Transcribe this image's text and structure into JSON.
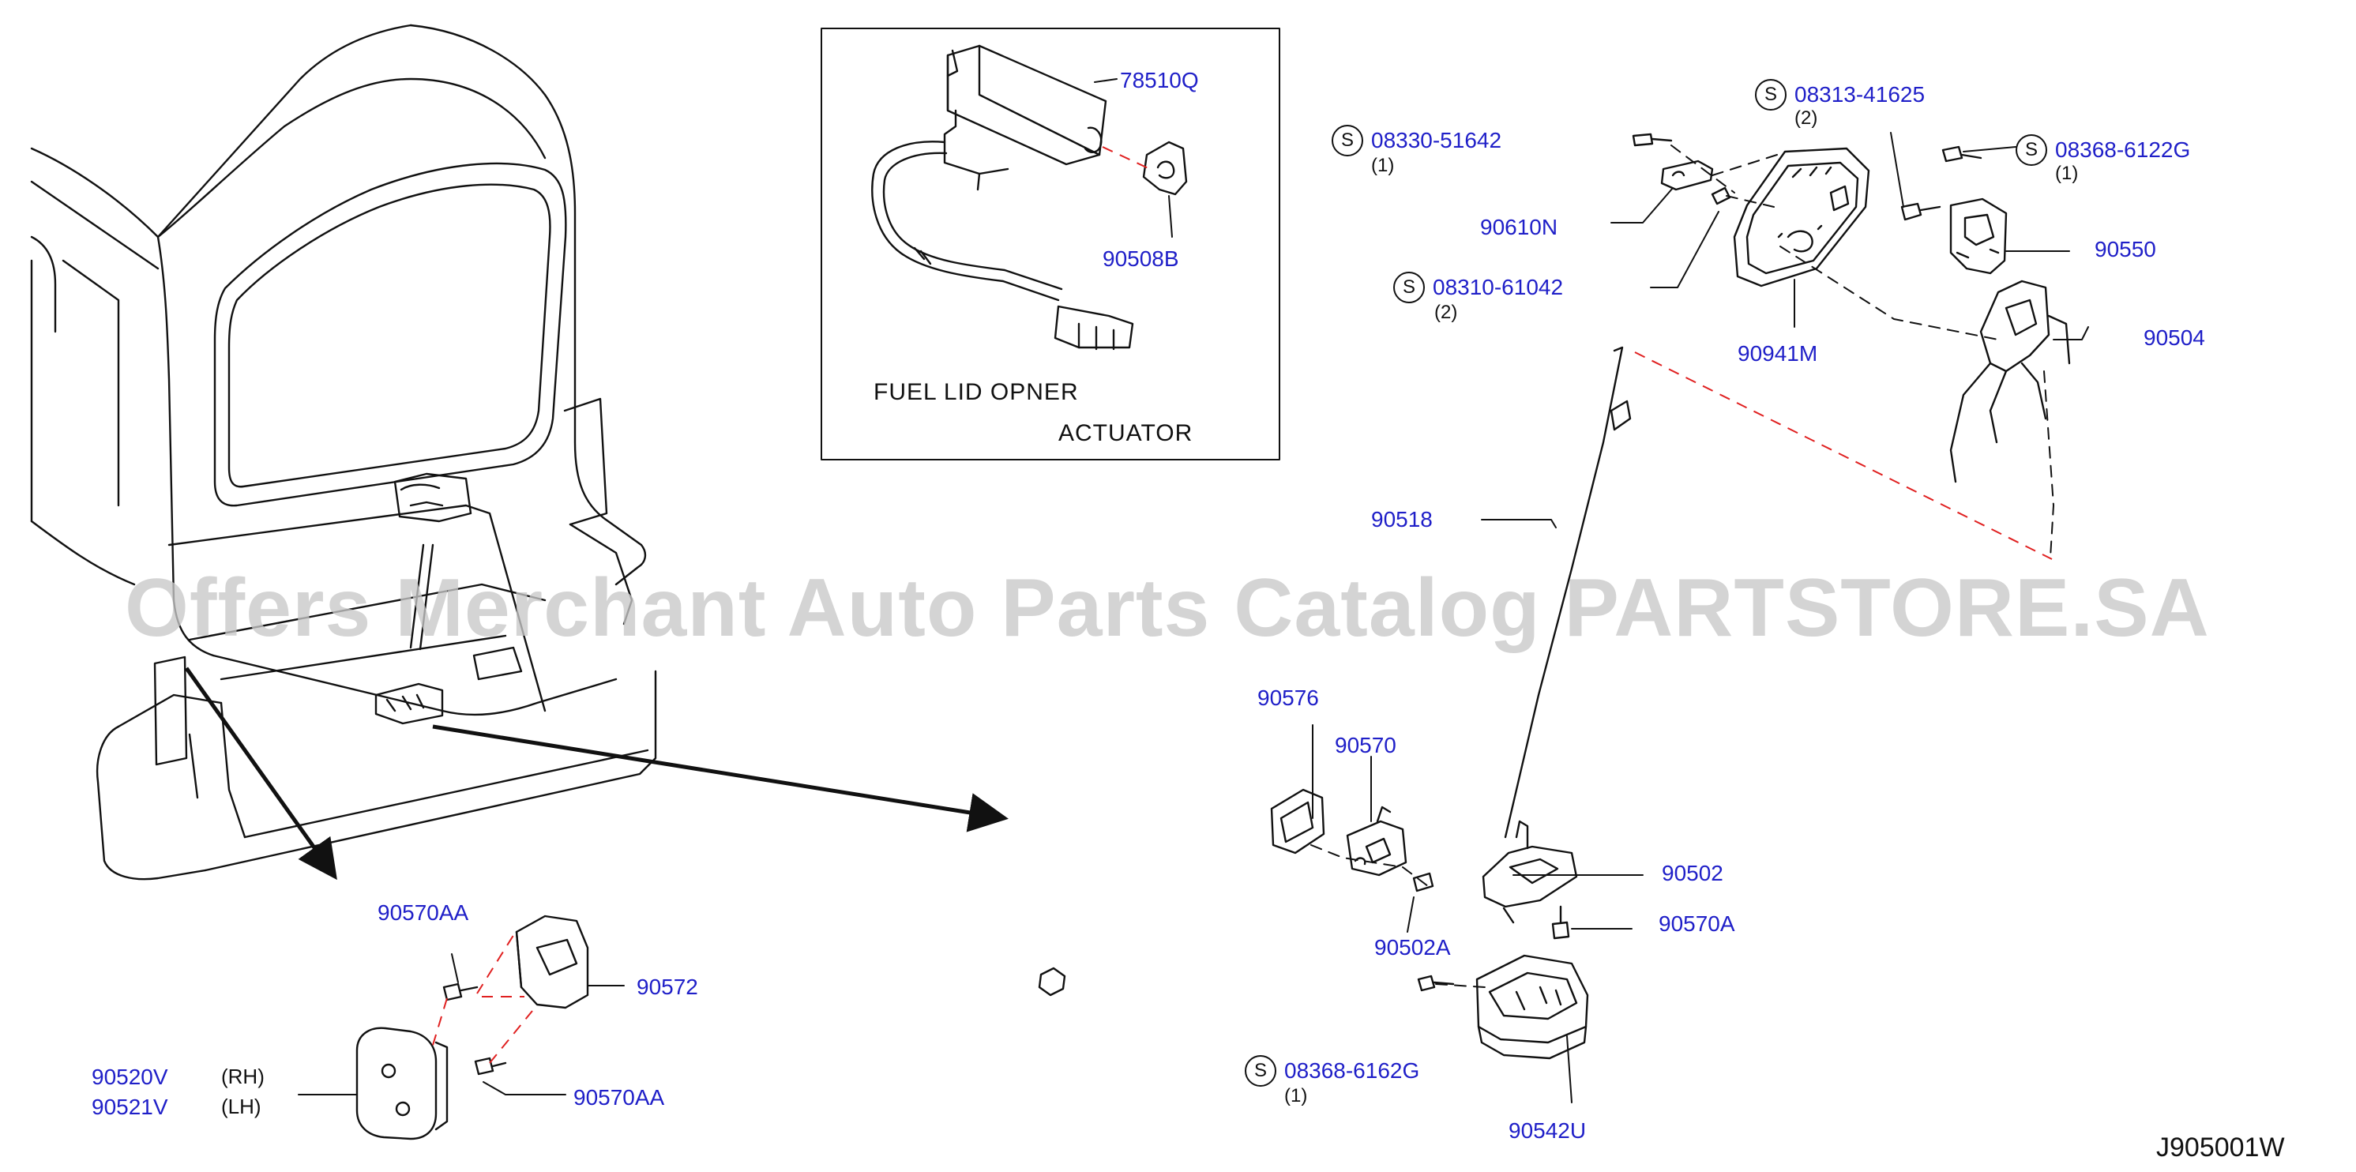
{
  "diagram_id": "J905001W",
  "watermark": "Offers Merchant Auto Parts Catalog PARTSTORE.SA",
  "inset": {
    "title_line1": "FUEL  LID  OPNER",
    "title_line2": "ACTUATOR",
    "parts": [
      "78510Q",
      "90508B"
    ]
  },
  "standard_symbol": "S",
  "parts": {
    "p78510Q": "78510Q",
    "p90508B": "90508B",
    "p08330": "08330-51642",
    "q08330": "(1)",
    "p90610N": "90610N",
    "p08310": "08310-61042",
    "q08310": "(2)",
    "p08313": "08313-41625",
    "q08313": "(2)",
    "p08368g": "08368-6122G",
    "q08368g": "(1)",
    "p90550": "90550",
    "p90941M": "90941M",
    "p90504": "90504",
    "p90518": "90518",
    "p90576": "90576",
    "p90570": "90570",
    "p90502": "90502",
    "p90570A": "90570A",
    "p90502A": "90502A",
    "p08368_62": "08368-6162G",
    "q08368_62": "(1)",
    "p90542U": "90542U",
    "p90570AA_top": "90570AA",
    "p90572": "90572",
    "p90520V": "90520V",
    "p90521V": "90521V",
    "rh": "(RH)",
    "lh": "(LH)",
    "p90570AA_bot": "90570AA"
  },
  "colors": {
    "part_number": "#1f1fc8",
    "line": "#111111",
    "dashed_red": "#e02020",
    "watermark": "#c8c8c8"
  }
}
